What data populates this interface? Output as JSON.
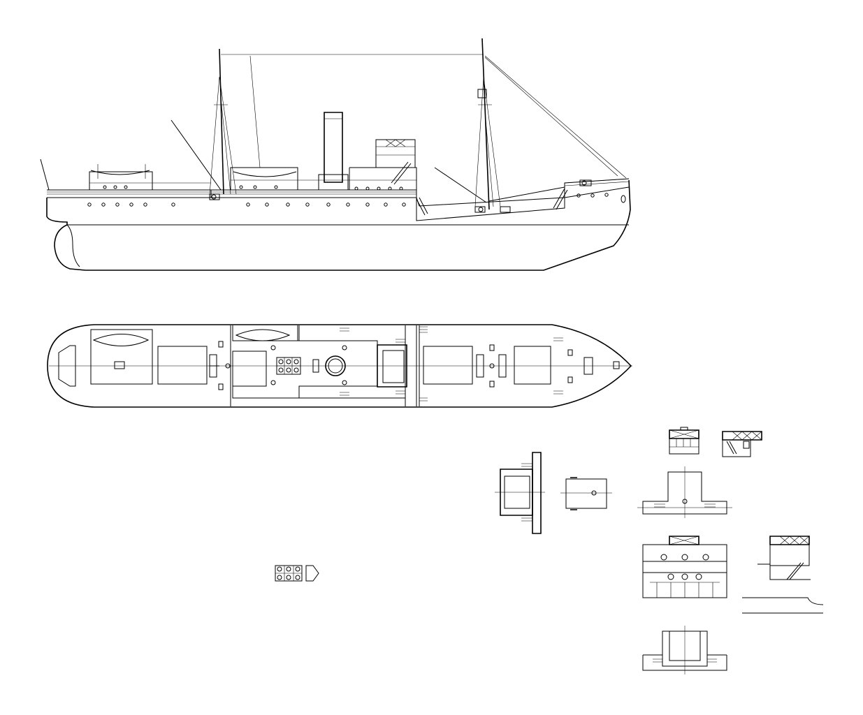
{
  "drawing": {
    "type": "ship-plan-linework",
    "views": [
      "side-profile",
      "deck-plan",
      "bridge-front-elevation",
      "bridge-side-elevation",
      "bridge-top-plan",
      "superstructure-front-elevation",
      "superstructure-side-elevation",
      "superstructure-plan",
      "funnel-base-plan",
      "deckhouse-plan",
      "skylight-detail"
    ],
    "line_color": "#000000",
    "background_color": "#ffffff"
  }
}
